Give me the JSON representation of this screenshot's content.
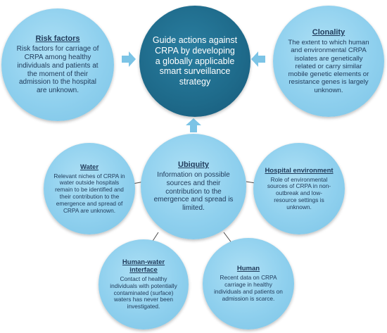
{
  "center_top": {
    "text": "Guide actions against CRPA by developing a globally applicable smart surveillance strategy"
  },
  "risk_factors": {
    "title": "Risk factors",
    "text": "Risk factors for carriage of CRPA among healthy individuals and patients at the moment of their admission to the hospital are unknown."
  },
  "clonality": {
    "title": "Clonality",
    "text": "The extent to which human and environmental CRPA isolates are genetically related or carry similar mobile genetic elements or resistance genes is largely unknown."
  },
  "ubiquity": {
    "title": "Ubiquity",
    "text": "Information on possible sources and their contribution to the emergence and spread is limited."
  },
  "water": {
    "title": "Water",
    "text": "Relevant niches of CRPA in water outside hospitals remain to be identified and their contribution to the emergence and spread of CRPA are unknown."
  },
  "hospital_environment": {
    "title": "Hospital environment",
    "text": "Role of environmental sources of CRPA in non-outbreak and low-resource settings is unknown."
  },
  "human_water": {
    "title": "Human-water interface",
    "text": "Contact of healthy individuals with potentially contaminated (surface) waters has never been investigated."
  },
  "human": {
    "title": "Human",
    "text": "Recent data on CRPA carriage in healthy individuals and patients on admission is scarce."
  },
  "colors": {
    "light_circle": "#8fd0ee",
    "dark_circle": "#1e6a8a",
    "title_text": "#1f3a5a"
  }
}
